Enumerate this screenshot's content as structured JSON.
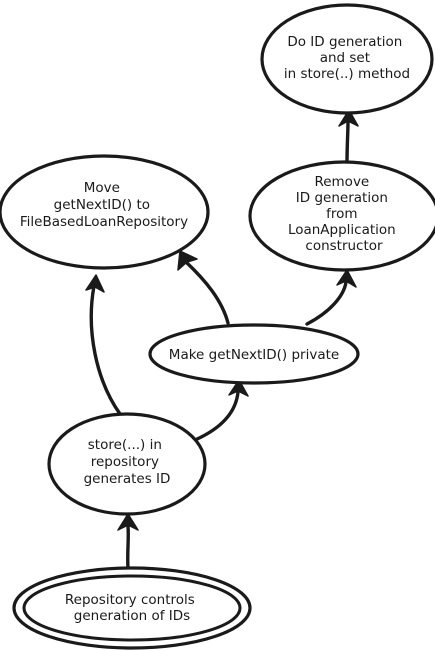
{
  "nodes": {
    "id_in_store": {
      "lines": [
        "Do ID generation",
        "and set",
        "in store(..) method"
      ]
    },
    "move_next_id": {
      "lines": [
        "Move",
        "getNextID() to",
        "FileBasedLoanRepository"
      ]
    },
    "remove_id_generation": {
      "lines": [
        "Remove",
        "ID generation",
        "from",
        "LoanApplication",
        "constructor"
      ]
    },
    "make_private": {
      "lines": [
        "Make getNextID() private"
      ]
    },
    "store_generates_id": {
      "lines": [
        "store(...) in",
        "repository",
        "generates ID"
      ]
    },
    "goal": {
      "lines": [
        "Repository controls",
        "generation of IDs"
      ]
    }
  }
}
